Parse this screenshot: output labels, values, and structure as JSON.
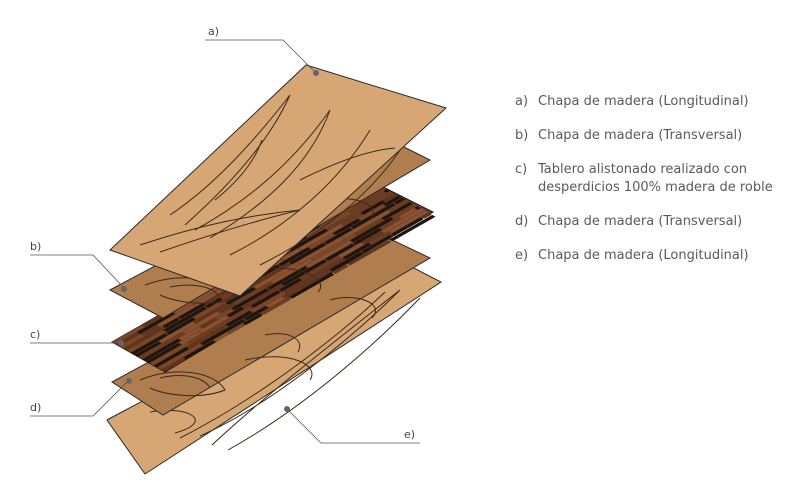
{
  "layers": [
    {
      "key": "a)",
      "text": "Chapa de madera (Longitudinal)",
      "color": "#d6a775"
    },
    {
      "key": "b)",
      "text": "Chapa de madera (Transversal)",
      "color": "#b07d4f"
    },
    {
      "key": "c)",
      "text": "Tablero alistonado realizado con desperdicios 100% madera de roble",
      "color": "#6e3f24"
    },
    {
      "key": "d)",
      "text": "Chapa de madera (Transversal)",
      "color": "#b07d4f"
    },
    {
      "key": "e)",
      "text": "Chapa de madera (Longitudinal)",
      "color": "#d6a775"
    }
  ],
  "colors": {
    "outline": "#2b2b2b",
    "grain": "#3a2a1c",
    "strip_dark": "#1e1510",
    "leader": "#555555"
  }
}
